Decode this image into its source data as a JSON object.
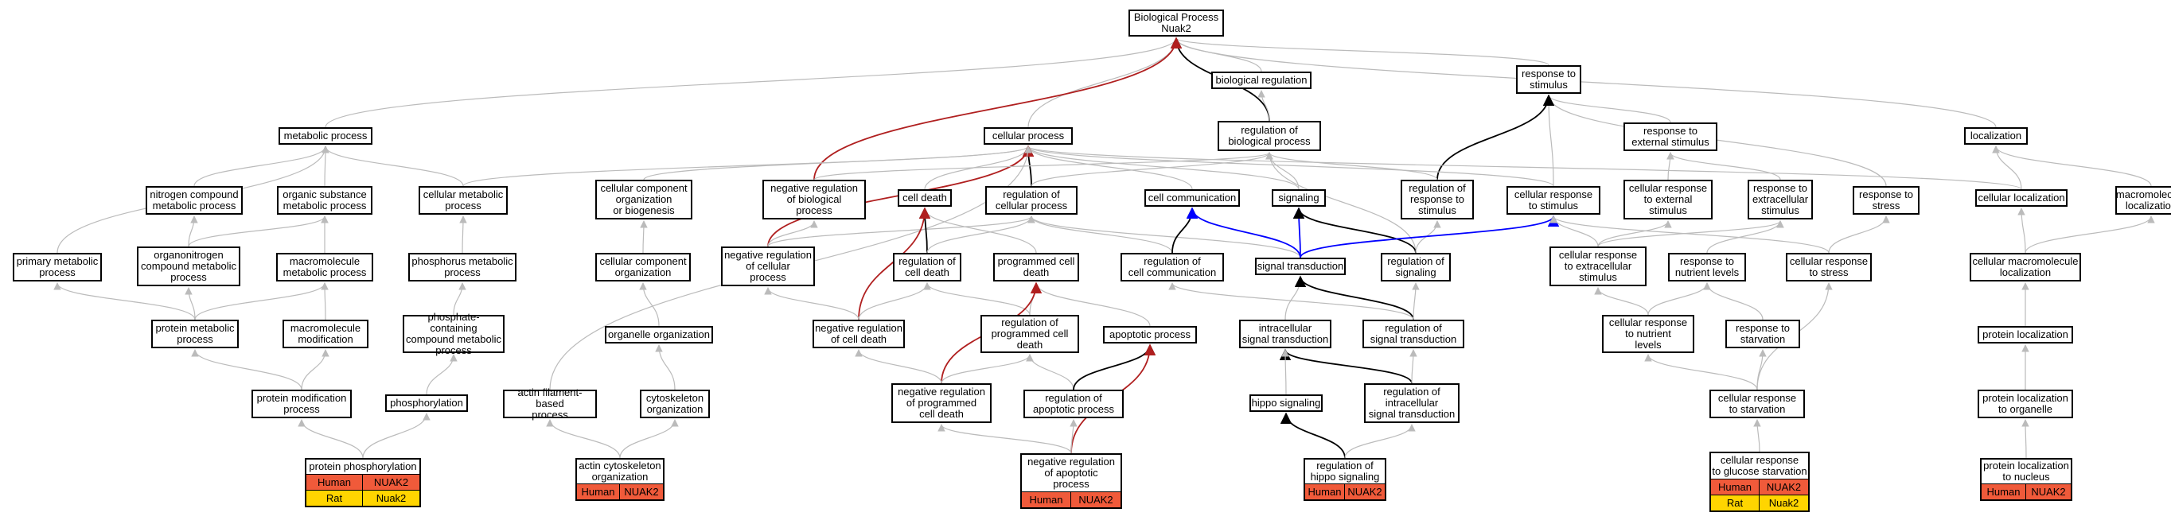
{
  "colors": {
    "edge_default": "#bbbbbb",
    "edge_is_a_black": "#000000",
    "edge_red": "#b01f1f",
    "edge_blue": "#0000ff",
    "human_cell": "#f05a3a",
    "rat_cell": "#ffd500"
  },
  "nodes": [
    {
      "id": "bp",
      "lines": [
        "Biological Process",
        "Nuak2"
      ]
    },
    {
      "id": "bioreg",
      "lines": [
        "biological regulation"
      ]
    },
    {
      "id": "resp_stim",
      "lines": [
        "response to",
        "stimulus"
      ]
    },
    {
      "id": "metab",
      "lines": [
        "metabolic process"
      ]
    },
    {
      "id": "cellproc",
      "lines": [
        "cellular process"
      ]
    },
    {
      "id": "reg_bp",
      "lines": [
        "regulation of",
        "biological process"
      ]
    },
    {
      "id": "resp_ext",
      "lines": [
        "response to",
        "external stimulus"
      ]
    },
    {
      "id": "localization",
      "lines": [
        "localization"
      ]
    },
    {
      "id": "n_cmp",
      "lines": [
        "nitrogen compound",
        "metabolic process"
      ]
    },
    {
      "id": "osm",
      "lines": [
        "organic substance",
        "metabolic process"
      ]
    },
    {
      "id": "cellmet",
      "lines": [
        "cellular metabolic",
        "process"
      ]
    },
    {
      "id": "ccob",
      "lines": [
        "cellular component",
        "organization",
        "or biogenesis"
      ]
    },
    {
      "id": "neg_reg_bp",
      "lines": [
        "negative regulation",
        "of biological",
        "process"
      ]
    },
    {
      "id": "celldeath",
      "lines": [
        "cell death"
      ]
    },
    {
      "id": "reg_cp",
      "lines": [
        "regulation of",
        "cellular process"
      ]
    },
    {
      "id": "cellcomm",
      "lines": [
        "cell communication"
      ]
    },
    {
      "id": "signaling",
      "lines": [
        "signaling"
      ]
    },
    {
      "id": "reg_resp_stim",
      "lines": [
        "regulation of",
        "response to",
        "stimulus"
      ]
    },
    {
      "id": "cell_resp_stim",
      "lines": [
        "cellular response",
        "to stimulus"
      ]
    },
    {
      "id": "cell_resp_ext",
      "lines": [
        "cellular response",
        "to external",
        "stimulus"
      ]
    },
    {
      "id": "resp_extra",
      "lines": [
        "response to",
        "extracellular",
        "stimulus"
      ]
    },
    {
      "id": "resp_stress",
      "lines": [
        "response to",
        "stress"
      ]
    },
    {
      "id": "cell_loc",
      "lines": [
        "cellular localization"
      ]
    },
    {
      "id": "macro_loc",
      "lines": [
        "macromolecule",
        "localization"
      ]
    },
    {
      "id": "prim_met",
      "lines": [
        "primary metabolic",
        "process"
      ]
    },
    {
      "id": "onc",
      "lines": [
        "organonitrogen",
        "compound metabolic",
        "process"
      ]
    },
    {
      "id": "mmp",
      "lines": [
        "macromolecule",
        "metabolic process"
      ]
    },
    {
      "id": "phos_met",
      "lines": [
        "phosphorus metabolic",
        "process"
      ]
    },
    {
      "id": "cco",
      "lines": [
        "cellular component",
        "organization"
      ]
    },
    {
      "id": "neg_reg_cp",
      "lines": [
        "negative regulation",
        "of cellular",
        "process"
      ]
    },
    {
      "id": "reg_cd",
      "lines": [
        "regulation of",
        "cell death"
      ]
    },
    {
      "id": "pcd",
      "lines": [
        "programmed cell",
        "death"
      ]
    },
    {
      "id": "reg_cc",
      "lines": [
        "regulation of",
        "cell communication"
      ]
    },
    {
      "id": "sig_trans",
      "lines": [
        "signal transduction"
      ]
    },
    {
      "id": "reg_sig",
      "lines": [
        "regulation of",
        "signaling"
      ]
    },
    {
      "id": "cr_extra",
      "lines": [
        "cellular response",
        "to extracellular",
        "stimulus"
      ]
    },
    {
      "id": "cr_stress",
      "lines": [
        "cellular response",
        "to stress"
      ]
    },
    {
      "id": "cml",
      "lines": [
        "cellular macromolecule",
        "localization"
      ]
    },
    {
      "id": "resp_nut",
      "lines": [
        "response to",
        "nutrient levels"
      ]
    },
    {
      "id": "prot_met",
      "lines": [
        "protein metabolic",
        "process"
      ]
    },
    {
      "id": "mmod",
      "lines": [
        "macromolecule",
        "modification"
      ]
    },
    {
      "id": "pccmp",
      "lines": [
        "phosphate-containing",
        "compound metabolic",
        "process"
      ]
    },
    {
      "id": "org_org",
      "lines": [
        "organelle organization"
      ]
    },
    {
      "id": "neg_reg_cd",
      "lines": [
        "negative regulation",
        "of cell death"
      ]
    },
    {
      "id": "reg_pcd",
      "lines": [
        "regulation of",
        "programmed cell",
        "death"
      ]
    },
    {
      "id": "apop",
      "lines": [
        "apoptotic process"
      ]
    },
    {
      "id": "ist",
      "lines": [
        "intracellular",
        "signal transduction"
      ]
    },
    {
      "id": "reg_st",
      "lines": [
        "regulation of",
        "signal transduction"
      ]
    },
    {
      "id": "cr_nut",
      "lines": [
        "cellular response",
        "to nutrient",
        "levels"
      ]
    },
    {
      "id": "resp_starv",
      "lines": [
        "response to",
        "starvation"
      ]
    },
    {
      "id": "prot_loc",
      "lines": [
        "protein localization"
      ]
    },
    {
      "id": "pmp",
      "lines": [
        "protein modification",
        "process"
      ]
    },
    {
      "id": "phosph",
      "lines": [
        "phosphorylation"
      ]
    },
    {
      "id": "afbp",
      "lines": [
        "actin filament-based",
        "process"
      ]
    },
    {
      "id": "cyto_org",
      "lines": [
        "cytoskeleton",
        "organization"
      ]
    },
    {
      "id": "neg_reg_pcd",
      "lines": [
        "negative regulation",
        "of programmed",
        "cell death"
      ]
    },
    {
      "id": "reg_apop",
      "lines": [
        "regulation of",
        "apoptotic process"
      ]
    },
    {
      "id": "hippo",
      "lines": [
        "hippo signaling"
      ]
    },
    {
      "id": "reg_ist",
      "lines": [
        "regulation of",
        "intracellular",
        "signal transduction"
      ]
    },
    {
      "id": "cr_starv",
      "lines": [
        "cellular response",
        "to starvation"
      ]
    },
    {
      "id": "plo",
      "lines": [
        "protein localization",
        "to organelle"
      ]
    },
    {
      "id": "prot_phos",
      "lines": [
        "protein phosphorylation"
      ]
    },
    {
      "id": "aco",
      "lines": [
        "actin cytoskeleton",
        "organization"
      ]
    },
    {
      "id": "neg_reg_apop",
      "lines": [
        "negative regulation",
        "of apoptotic",
        "process"
      ]
    },
    {
      "id": "reg_hippo",
      "lines": [
        "regulation of",
        "hippo signaling"
      ]
    },
    {
      "id": "crgs",
      "lines": [
        "cellular response",
        "to glucose starvation"
      ]
    },
    {
      "id": "plnuc",
      "lines": [
        "protein localization",
        "to nucleus"
      ]
    }
  ],
  "annotations": [
    {
      "node": "prot_phos",
      "rows": [
        [
          "Human",
          "NUAK2"
        ],
        [
          "Rat",
          "Nuak2"
        ]
      ]
    },
    {
      "node": "aco",
      "rows": [
        [
          "Human",
          "NUAK2"
        ]
      ]
    },
    {
      "node": "neg_reg_apop",
      "rows": [
        [
          "Human",
          "NUAK2"
        ]
      ]
    },
    {
      "node": "reg_hippo",
      "rows": [
        [
          "Human",
          "NUAK2"
        ]
      ]
    },
    {
      "node": "crgs",
      "rows": [
        [
          "Human",
          "NUAK2"
        ],
        [
          "Rat",
          "Nuak2"
        ]
      ]
    },
    {
      "node": "plnuc",
      "rows": [
        [
          "Human",
          "NUAK2"
        ]
      ]
    }
  ]
}
